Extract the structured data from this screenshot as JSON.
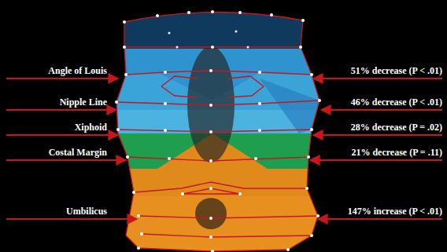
{
  "diagram": {
    "labels": [
      "Angle of Louis",
      "Nipple Line",
      "Xiphoid",
      "Costal Margin",
      "Umbilicus",
      "51% decrease (P < .01)",
      "46% decrease (P < .01)",
      "28% decrease (P = .02)",
      "21% decrease (P = .11)",
      "147% increase (P < .01)"
    ]
  }
}
